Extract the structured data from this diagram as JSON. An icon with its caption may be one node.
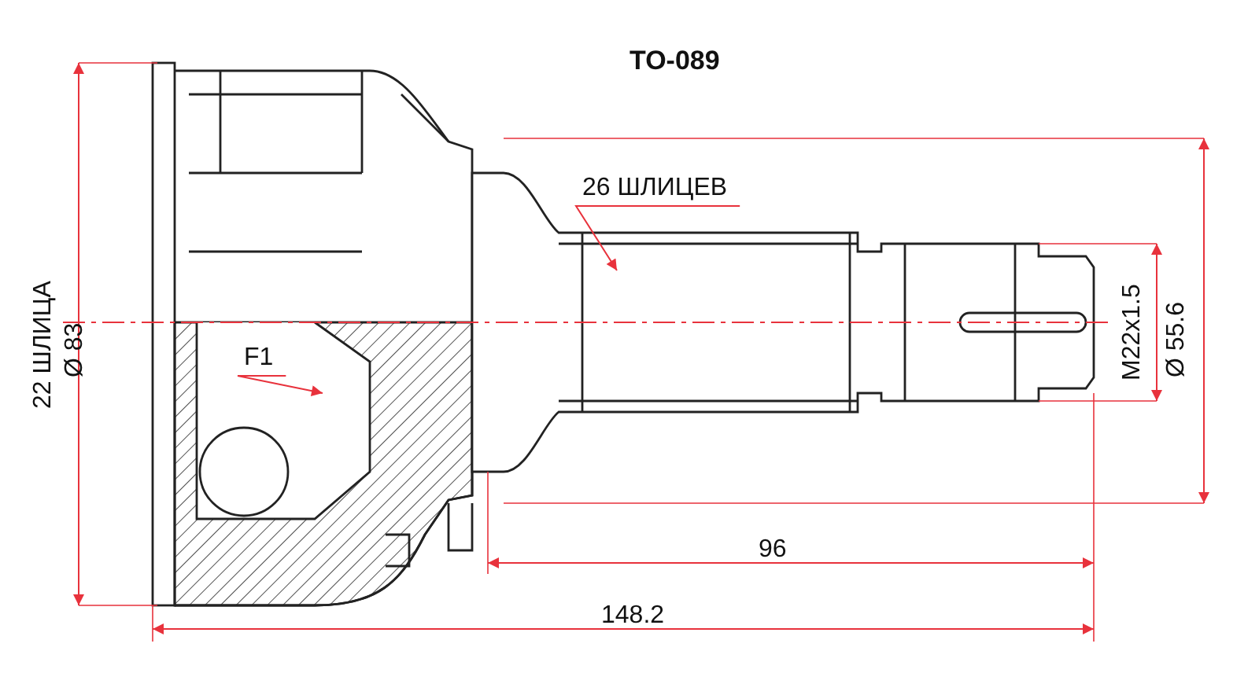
{
  "diagram": {
    "nodes": [
      {
        "text": [
          "26 ШЛИЦЕВ"
        ]
      },
      {
        "text": [
          "F1"
        ]
      }
    ],
    "edges": [
      {
        "from": 0,
        "to": null,
        "arrow": "to"
      },
      {
        "from": 1,
        "to": null,
        "arrow": "to"
      }
    ],
    "labels": [
      "TO-089",
      "22 ШЛИЦА",
      "Ø 83",
      "M22x1.5",
      "Ø 55.6",
      "96",
      "148.2"
    ]
  }
}
